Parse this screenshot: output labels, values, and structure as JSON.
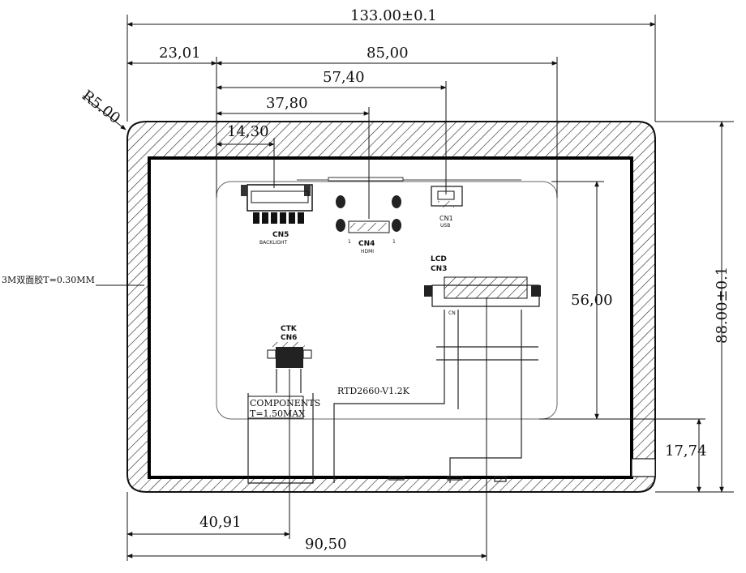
{
  "dimensions": {
    "overall_width": "133.00±0.1",
    "overall_height": "88.00±0.1",
    "offset_23": "23,01",
    "active_85": "85,00",
    "cn1_57": "57,40",
    "cn4_37": "37,80",
    "cn5_14": "14,30",
    "active_56": "56,00",
    "bottom_17": "17,74",
    "ctk_40": "40,91",
    "lcd_90": "90,50",
    "radius": "R5.00"
  },
  "labels": {
    "tape": "3M双面胶T=0.30MM",
    "board": "RTD2660-V1.2K",
    "components_1": "COMPONENTS",
    "components_2": "T=1.50MAX",
    "cn5": "CN5",
    "cn5_sub": "BACKLIGHT",
    "cn4": "CN4",
    "cn4_sub": "HDMI",
    "cn1": "CN1",
    "cn1_sub": "USB",
    "lcd": "LCD",
    "cn3": "CN3",
    "ctk": "CTK",
    "cn6": "CN6",
    "pin1_a": "1",
    "pin1_b": "1",
    "pin_cn": "CN"
  }
}
